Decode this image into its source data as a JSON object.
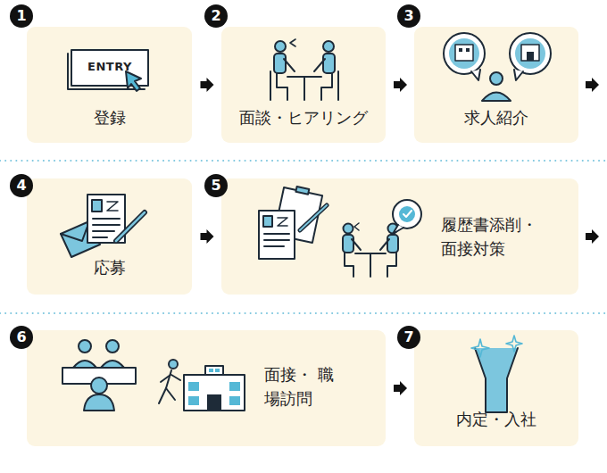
{
  "diagram": {
    "nodes": [
      {
        "text": [
          "登録"
        ]
      },
      {
        "text": [
          "面談・ヒアリング"
        ]
      },
      {
        "text": [
          "求人紹介"
        ]
      },
      {
        "text": [
          "応募"
        ]
      },
      {
        "text": [
          "履歴書添削・ 面接対策"
        ]
      },
      {
        "text": [
          "面接・ 職場訪問"
        ]
      },
      {
        "text": [
          "内定・入社"
        ]
      }
    ],
    "edges": [
      {
        "from": 0,
        "to": 1,
        "arrow": "to"
      },
      {
        "from": 1,
        "to": 2,
        "arrow": "to"
      },
      {
        "from": 2,
        "to": 3,
        "arrow": "to"
      },
      {
        "from": 3,
        "to": 4,
        "arrow": "to"
      },
      {
        "from": 4,
        "to": 5,
        "arrow": "to"
      },
      {
        "from": 5,
        "to": 6,
        "arrow": "to"
      }
    ],
    "labels": [
      "1",
      "ENTRY",
      "2",
      "3",
      "4",
      "5",
      "6",
      "7"
    ]
  }
}
